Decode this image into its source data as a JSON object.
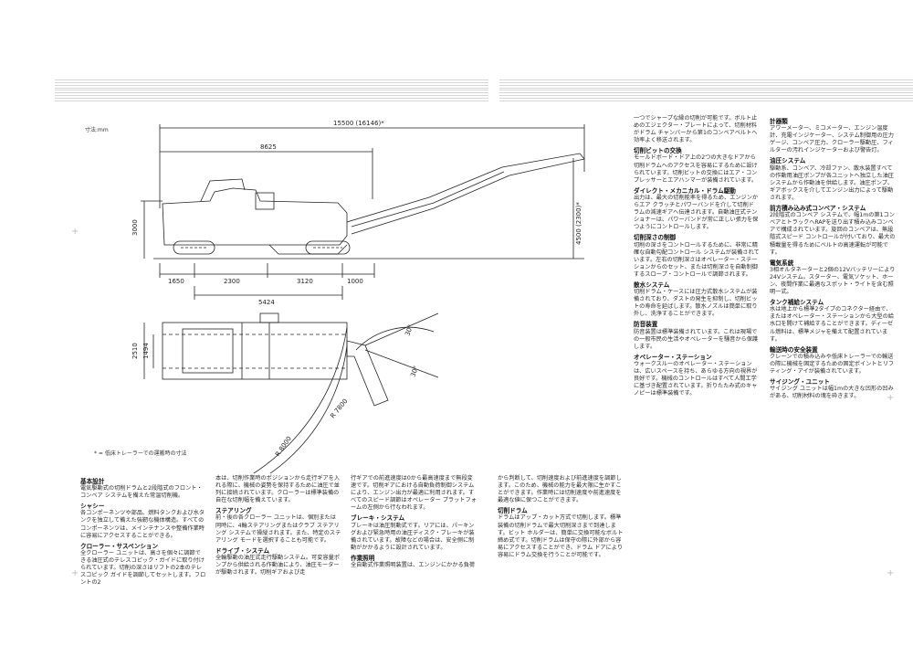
{
  "diagram": {
    "unit_label": "寸法:mm",
    "note": "* = 低床トレーラーでの運搬時の寸法",
    "dims": {
      "overall_length": "15500 (16146)*",
      "length_8625": "8625",
      "height_3000": "3000",
      "height_4500": "4500 (2300)*",
      "seg_1650": "1650",
      "seg_2300": "2300",
      "seg_3120": "3120",
      "seg_1000": "1000",
      "wheelbase_5424": "5424",
      "width_2510": "2510",
      "width_1494": "1494",
      "angle_30a": "30°",
      "angle_30b": "30°",
      "radius_7800": "R 7800",
      "radius_8000": "R 8000"
    }
  },
  "left": {
    "col1": [
      {
        "h": "基本設計",
        "t": "電気駆動式の切削ドラムと2段階式のフロント・コンベア システムを備えた常温切削機。"
      },
      {
        "h": "シャシー",
        "t": "各コンポーネンツや部品、燃料タンクおよび水タンクを独立して備えた強靭な機体構造。すべてのコンポーネンツは、メインテナンスや整備作業時に容易にアクセスすることができる。"
      },
      {
        "h": "クローラー・サスペンション",
        "t": "全クローラー ユニットは、高さを個々に調節できる油圧式のテレスコピック・ガイドに取り付けられています。切削の深さはリフトの2本のテレスコピック ガイドを調節してセットします。フロントの2"
      }
    ],
    "col2": [
      {
        "h": "",
        "t": "本は、切削作業時のポジションから走行ギアを入れる際に、機械の姿勢を保持するために油圧で並列に接続されています。クローラーは標準装備の自在な切削幅を備えています。"
      },
      {
        "h": "ステアリング",
        "t": "前・後の各クローラー ユニットは、個別または同時に、4輪ステアリングまたはクラブ ステアリング システムで操縦されます。また、特定のステアリング モードを選択することも可能です。"
      },
      {
        "h": "ドライブ・システム",
        "t": "全輪駆動の油圧式走行駆動システム。可変容量ポンプから供給される作動油により、油圧モーターが駆動されます。切削ギアおよび走"
      }
    ],
    "col3": [
      {
        "h": "",
        "t": "行ギアでの前進速度は0から最高速度まで無段変速です。切削ギアにおける自動負荷制御システムにより、エンジン出力が最適に利用されます。すべてのスピード調節はオペレーター プラットフォームの左側から行なわれます。"
      },
      {
        "h": "ブレーキ・システム",
        "t": "ブレーキは油圧制動式です。リアには、パーキングおよび緊急時用の油圧ディスク・ブレーキが装備されています。故障などの場合は、安全側に制動がかかるように設計されています。"
      },
      {
        "h": "作業照明",
        "t": "全自動式作業照明装置は、エンジンにかかる負荷"
      }
    ],
    "col4": [
      {
        "h": "",
        "t": "から判断して、切削速度および前進速度を調節します。このため、機械の能力を最大限に生かすことができます。作業時には切削速度や前進速度を最適な値に保つことができます。"
      },
      {
        "h": "切削ドラム",
        "t": "ドラムはアップ・カット方式で切削します。標準装備の切削ドラムで最大切削深さまで到達します。ビット ホルダーは、簡単に交換可能なボルト締め式です。切削ドラムは保守の際に外部から容易にアクセスすることができ、ドラム ドアにより容易にドラム交換を行うことが可能です。"
      }
    ]
  },
  "right": {
    "col1": [
      {
        "h": "",
        "t": "一つでシャープな縁の切削が可能です。ボルト止めのエジェクター・プレートによって、切削材料がドラム チャンバーから第1のコンベアベルトへ効率よく移送されます。"
      },
      {
        "h": "切削ビットの交換",
        "t": "モールドボード・ドア上の2つの大きなドアから切削ドラムへのアクセスを容易にするために設けられています。切削ビットの交換にはエア・コンプレッサーとエアハンマーが装備されています。"
      },
      {
        "h": "ダイレクト・メカニカル・ドラム駆動",
        "t": "出力は、最大の切削能率を得るため、エンジンからエア クラッチとパワーバンドを介して切削ドラムの減速ギアへ伝達されます。自動油圧式テンショナーは、パワーバンドが常に正しい張力を保つようにコントロールします。"
      },
      {
        "h": "切削深さの制御",
        "t": "切削の深さをコントロールするために、非常に精確な自動勾配コントロール システムが装備されています。左右の切削深さはオペレーター・ステーションからのセット、または切削深さを自動制御するスロープ・コントロールで調節されます。"
      },
      {
        "h": "散水システム",
        "t": "切削ドラム・ケースには圧力式散水システムが装備されており、ダストの発生を抑制し、切削ビットの寿命を延ばします。散水ノズルは簡単に取り外し、洗浄することができます。"
      },
      {
        "h": "防音装置",
        "t": "防音装置は標準装備されています。これは現場での一般市民の生活やオペレーターを騒音から保護します。"
      },
      {
        "h": "オペレーター・ステーション",
        "t": "ウォークスルーのオペレーター・ステーションは、広いスペースを持ち、あらゆる方向の視界が良好です。機械のコントロールはすべて人間工学に基づき配置されています。折りたたみ式のキャノピーは標準装備です。"
      }
    ],
    "col2": [
      {
        "h": "計器類",
        "t": "アワーメーター、ミコメーター、エンジン温度計、充電インジケーター、システム制御用の圧力ゲージ、コンベア圧力、クローラー駆動圧、フィルターの汚れインジケーターおよび警告灯。"
      },
      {
        "h": "油圧システム",
        "t": "駆動系、コンベア、冷却ファン、散水装置すべての作動用油圧ポンプが各ユニットへ独立した油圧システムから作動油を供給します。油圧ポンプ、ギアボックスを介してエンジン出力によって駆動されます。"
      },
      {
        "h": "前方積み込み式コンベア・システム",
        "t": "2段階式のコンベア システムで、幅1mの第1コンベアとトラックへRAPを送り出す積み込みコンベアで構成されています。旋回のコンベアは、無段階式スピード コントロールが付いており、最大の積載量を得るためにベルトの高速運転が可能です。"
      },
      {
        "h": "電気系統",
        "t": "3相オルタネーターと2個の12Vバッテリーにより24Vシステム。スターター、電気ソケット、ホーン、夜間作業に最適なスポット・ライトを含む照明一式。"
      },
      {
        "h": "タンク補給システム",
        "t": "水は地上から標準2タイプのコネクター経由で、またはオペレーター・ステーションから大型の給水口を開けて補給することができます。ディーゼル燃料は、標準メジャを備えて配置されています。"
      },
      {
        "h": "輸送時の安全装置",
        "t": "クレーンでの積み込みや低床トレーラーでの輸送の際に機械を固定するための固定ポイントとリフティング・アイが装備されています。"
      },
      {
        "h": "サイジング・ユニット",
        "t": "サイジング ユニットは幅1mの大きな凹形の凹みがある、切削材料の塊を砕きます。"
      }
    ]
  }
}
